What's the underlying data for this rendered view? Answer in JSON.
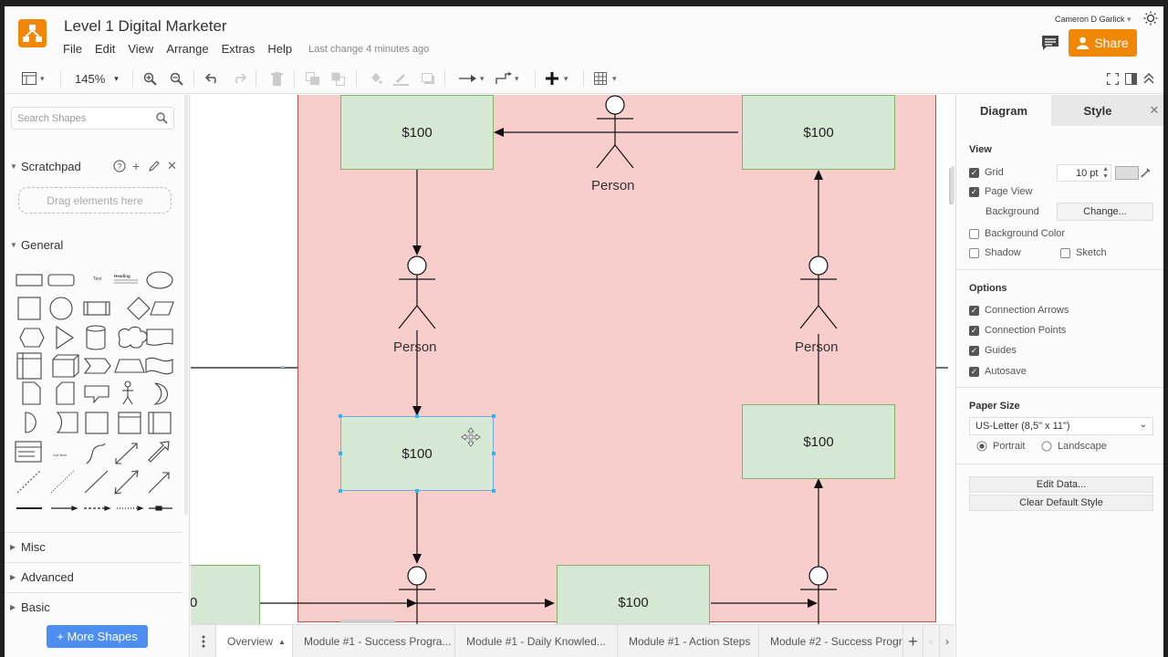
{
  "app": {
    "title": "Level 1 Digital Marketer",
    "user": "Cameron D Garlick",
    "share_label": "Share",
    "last_change": "Last change 4 minutes ago"
  },
  "menu": [
    "File",
    "Edit",
    "View",
    "Arrange",
    "Extras",
    "Help"
  ],
  "toolbar": {
    "zoom": "145%"
  },
  "left": {
    "search_placeholder": "Search Shapes",
    "scratchpad": "Scratchpad",
    "drag_here": "Drag elements here",
    "general": "General",
    "sections": [
      "Misc",
      "Advanced",
      "Basic"
    ],
    "more_shapes": "+ More Shapes",
    "shape_text": "Text",
    "shape_heading": "Heading",
    "shape_list": "List Item"
  },
  "canvas": {
    "box_label": "$100",
    "person_label": "Person",
    "partial_label": "0"
  },
  "tabs": [
    "Overview",
    "Module #1 - Success Progra...",
    "Module #1 - Daily Knowled...",
    "Module #1 - Action Steps",
    "Module #2 - Success Progr..."
  ],
  "right": {
    "tab_diagram": "Diagram",
    "tab_style": "Style",
    "view": "View",
    "grid": "Grid",
    "grid_size": "10 pt",
    "page_view": "Page View",
    "background": "Background",
    "change": "Change...",
    "background_color": "Background Color",
    "shadow": "Shadow",
    "sketch": "Sketch",
    "options": "Options",
    "connection_arrows": "Connection Arrows",
    "connection_points": "Connection Points",
    "guides": "Guides",
    "autosave": "Autosave",
    "paper_size": "Paper Size",
    "paper_value": "US-Letter (8,5\" x 11\")",
    "portrait": "Portrait",
    "landscape": "Landscape",
    "edit_data": "Edit Data...",
    "clear_style": "Clear Default Style"
  },
  "colors": {
    "accent": "#f08705",
    "box_fill": "#d5e8d4",
    "box_stroke": "#82b366",
    "container_fill": "#f8cecc",
    "container_stroke": "#b85450",
    "more_shapes": "#4c8ff0"
  }
}
